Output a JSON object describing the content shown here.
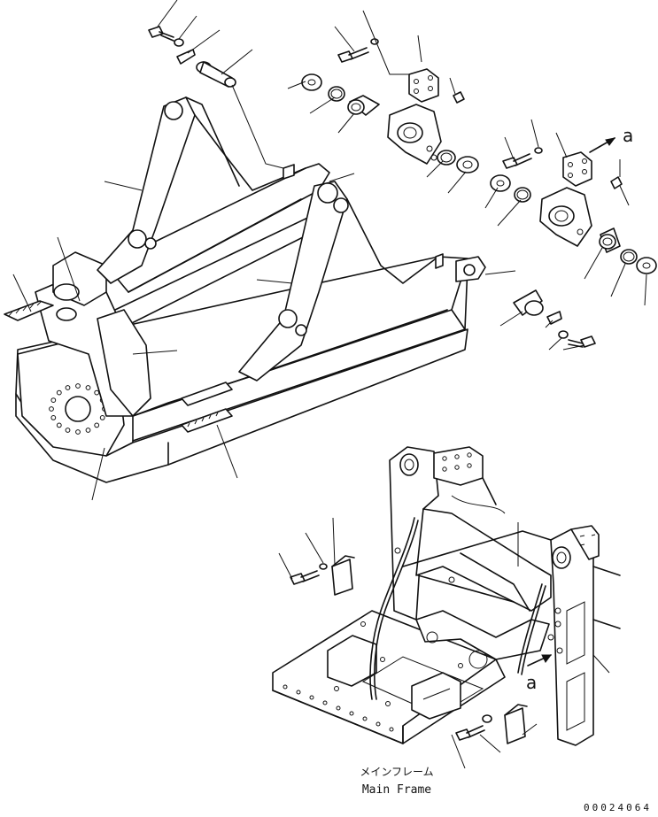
{
  "callouts": {
    "arrow_a_upper": "a",
    "arrow_a_lower": "a"
  },
  "caption": {
    "japanese": "メインフレーム",
    "english": "Main Frame"
  },
  "drawing_number": "00024064"
}
